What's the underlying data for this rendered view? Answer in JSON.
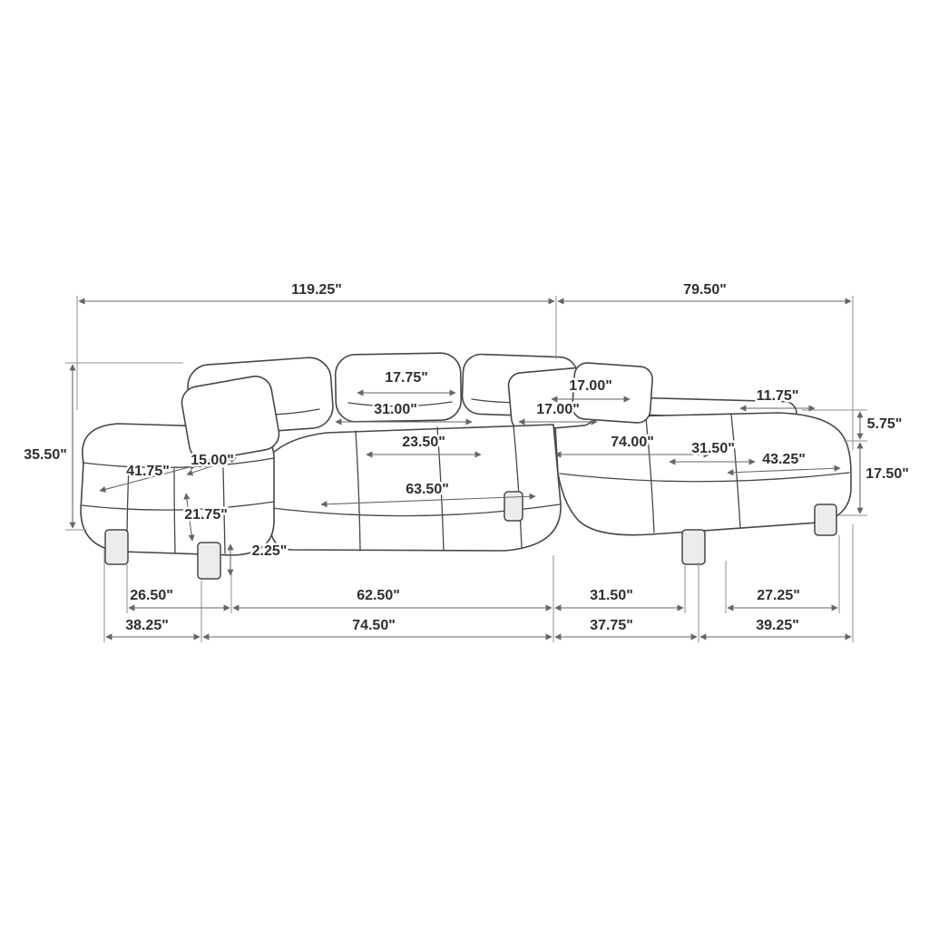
{
  "diagram": {
    "unit": "inches",
    "colors": {
      "ink": "#474747",
      "dimension_line": "#666666",
      "label_text": "#2f2f2f",
      "background": "#ffffff"
    },
    "dims": {
      "d119_25": "119.25\"",
      "d79_50": "79.50\"",
      "d35_50": "35.50\"",
      "d17_75": "17.75\"",
      "d31_00": "31.00\"",
      "d17_00_a": "17.00\"",
      "d17_00_b": "17.00\"",
      "d11_75": "11.75\"",
      "d5_75": "5.75\"",
      "d23_50": "23.50\"",
      "d74_00": "74.00\"",
      "d31_50_top": "31.50\"",
      "d43_25": "43.25\"",
      "d17_50": "17.50\"",
      "d41_75": "41.75\"",
      "d15_00": "15.00\"",
      "d63_50": "63.50\"",
      "d21_75": "21.75\"",
      "d2_25": "2.25\"",
      "d26_50": "26.50\"",
      "d62_50": "62.50\"",
      "d31_50_bottom": "31.50\"",
      "d27_25": "27.25\"",
      "d38_25": "38.25\"",
      "d74_50": "74.50\"",
      "d37_75": "37.75\"",
      "d39_25": "39.25\""
    }
  }
}
